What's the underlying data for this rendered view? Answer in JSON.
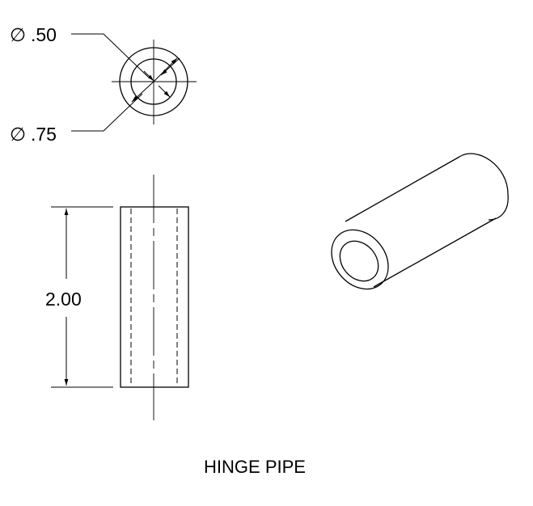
{
  "dimensions": {
    "inner_diameter": ".50",
    "outer_diameter": ".75",
    "length": "2.00",
    "diameter_symbol": "∅"
  },
  "title": "HINGE PIPE"
}
